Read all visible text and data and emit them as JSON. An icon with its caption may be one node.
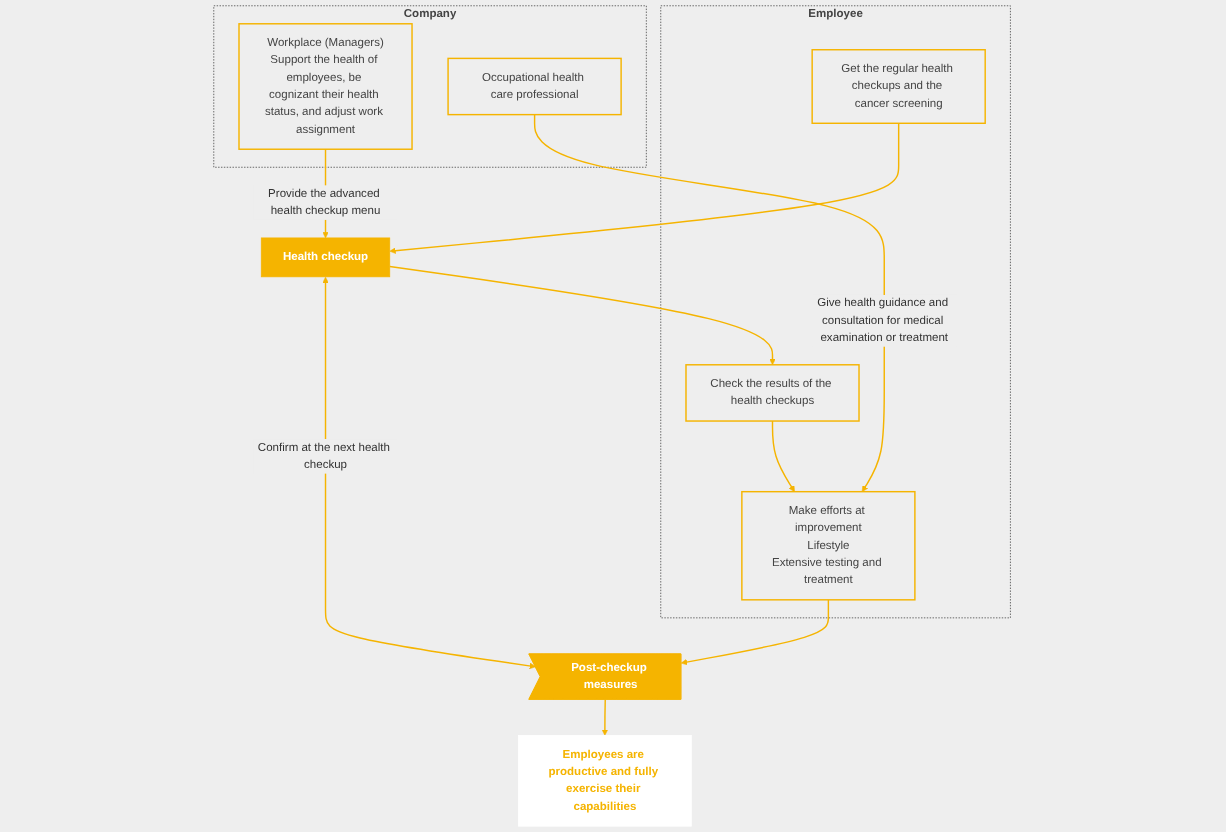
{
  "diagram": {
    "nodes": [
      {
        "text": [
          "Employee"
        ]
      },
      {
        "text": [
          "Get the regular health checkups and the cancer screening"
        ],
        "in": 0
      },
      {
        "text": [
          "Check the results of the health checkups"
        ],
        "in": 0
      },
      {
        "text": [
          "Make efforts at improvement",
          "Lifestyle",
          "Extensive testing and treatment"
        ],
        "in": 0
      },
      {
        "text": [
          "Health checkup"
        ]
      },
      {
        "text": [
          "Post-checkup measures"
        ]
      },
      {
        "text": [
          "Employees are productive and fully exercise their capabilities"
        ]
      },
      {
        "text": [
          "Company"
        ]
      },
      {
        "text": [
          "Workplace (Managers)",
          "Support the health of employees, be cognizant their health status, and adjust work assignment"
        ],
        "in": 7
      },
      {
        "text": [
          "Occupational health care professional"
        ],
        "in": 7
      }
    ],
    "edges": [
      {
        "from": 1,
        "to": 4,
        "arrow": "to"
      },
      {
        "from": 4,
        "to": 2,
        "arrow": "to"
      },
      {
        "from": 2,
        "to": 3,
        "arrow": "to"
      },
      {
        "from": 3,
        "to": 5,
        "arrow": "to"
      },
      {
        "from": 4,
        "to": 5,
        "arrow": "both",
        "label": "Confirm at the next health checkup"
      },
      {
        "from": 5,
        "to": 6,
        "arrow": "to"
      },
      {
        "from": 8,
        "to": 4,
        "arrow": "to",
        "label": "Provide the advanced health checkup menu"
      },
      {
        "from": 9,
        "to": 3,
        "arrow": "to",
        "label": "Give health guidance and consultation for medical examination or treatment"
      }
    ]
  }
}
